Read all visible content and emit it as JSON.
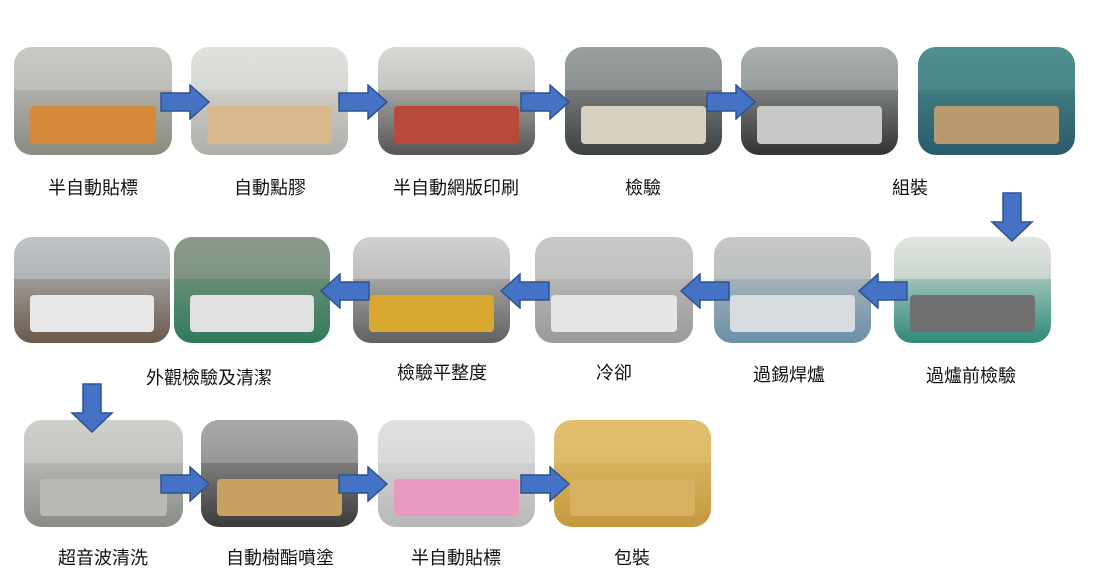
{
  "steps": [
    {
      "label": "半自動貼標"
    },
    {
      "label": "自動點膠"
    },
    {
      "label": "半自動網版印刷"
    },
    {
      "label": "檢驗"
    },
    {
      "label": "組裝"
    },
    {
      "label": "過爐前檢驗"
    },
    {
      "label": "過錫焊爐"
    },
    {
      "label": "冷卻"
    },
    {
      "label": "檢驗平整度"
    },
    {
      "label": "外觀檢驗及清潔"
    },
    {
      "label": "超音波清洗"
    },
    {
      "label": "自動樹酯噴塗"
    },
    {
      "label": "半自動貼標"
    },
    {
      "label": "包裝"
    }
  ],
  "colors": {
    "arrow_fill": "#4472C4",
    "arrow_stroke": "#2F528F"
  }
}
